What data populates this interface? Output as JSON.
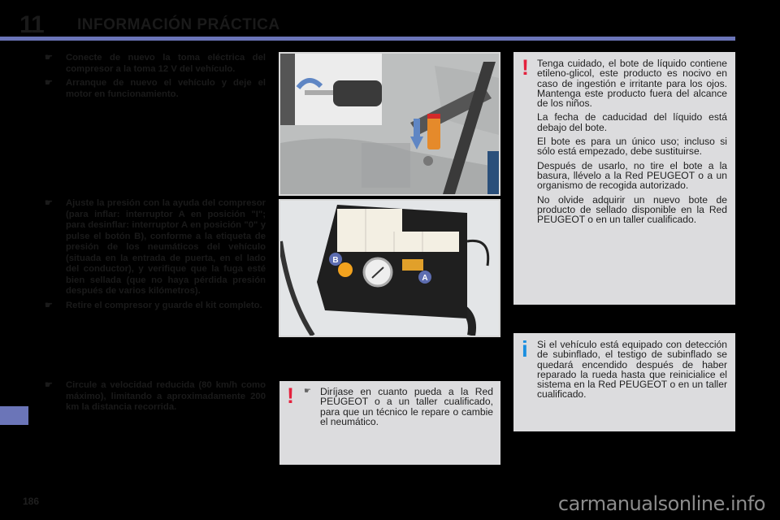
{
  "header": {
    "chapter_number": "11",
    "chapter_title": "INFORMACIÓN PRÁCTICA",
    "accent_color": "#6b75b8"
  },
  "page_number": "186",
  "left_column": {
    "section1": [
      {
        "icon": "pointing-hand-icon",
        "text": "Conecte de nuevo la toma eléctrica del compresor a la toma 12 V del vehículo."
      },
      {
        "icon": "pointing-hand-icon",
        "text": "Arranque de nuevo el vehículo y deje el motor en funcionamiento."
      }
    ],
    "section2": [
      {
        "icon": "pointing-hand-icon",
        "text": "Ajuste la presión con la ayuda del compresor (para inflar: interruptor A en posición \"I\"; para desinflar: interruptor A en posición \"0\" y pulse el botón B), conforme a la etiqueta de presión de los neumáticos del vehículo (situada en la entrada de puerta, en el lado del conductor), y verifique que la fuga esté bien sellada (que no haya pérdida presión después de varios kilómetros)."
      },
      {
        "icon": "pointing-hand-icon",
        "text": "Retire el compresor y guarde el kit completo."
      }
    ],
    "section3": [
      {
        "icon": "pointing-hand-icon",
        "text": "Circule a velocidad reducida (80 km/h como máximo), limitando a aproximadamente 200 km la distancia recorrida."
      }
    ]
  },
  "illustrations": {
    "top": {
      "description": "key-in-ignition and sealant bottle illustration"
    },
    "middle": {
      "description": "compressor illustration",
      "labels": [
        "B",
        "A"
      ]
    }
  },
  "warning_box_right": {
    "icon": "exclamation-icon",
    "paragraphs": [
      "Tenga cuidado, el bote de líquido contiene etileno-glicol, este producto es nocivo en caso de ingestión e irritante para los ojos. Mantenga este producto fuera del alcance de los niños.",
      "La fecha de caducidad del líquido está debajo del bote.",
      "El bote es para un único uso; incluso si sólo está empezado, debe sustituirse.",
      "Después de usarlo, no tire el bote a la basura, llévelo a la Red PEUGEOT o a un organismo de recogida autorizado.",
      "No olvide adquirir un nuevo bote de producto de sellado disponible en la Red PEUGEOT o en un taller cualificado."
    ]
  },
  "info_box": {
    "icon": "info-icon",
    "text": "Si el vehículo está equipado con detección de subinflado, el testigo de subinflado se quedará encendido después de haber reparado la rueda hasta que reinicialice el sistema en la Red PEUGEOT o en un taller cualificado."
  },
  "warning_box_bottom": {
    "icon": "exclamation-icon",
    "bullet_icon": "pointing-hand-icon",
    "text": "Diríjase en cuanto pueda a la Red PEUGEOT o a un taller cualificado, para que un técnico le repare o cambie el neumático."
  },
  "watermark": "carmanualsonline.info"
}
